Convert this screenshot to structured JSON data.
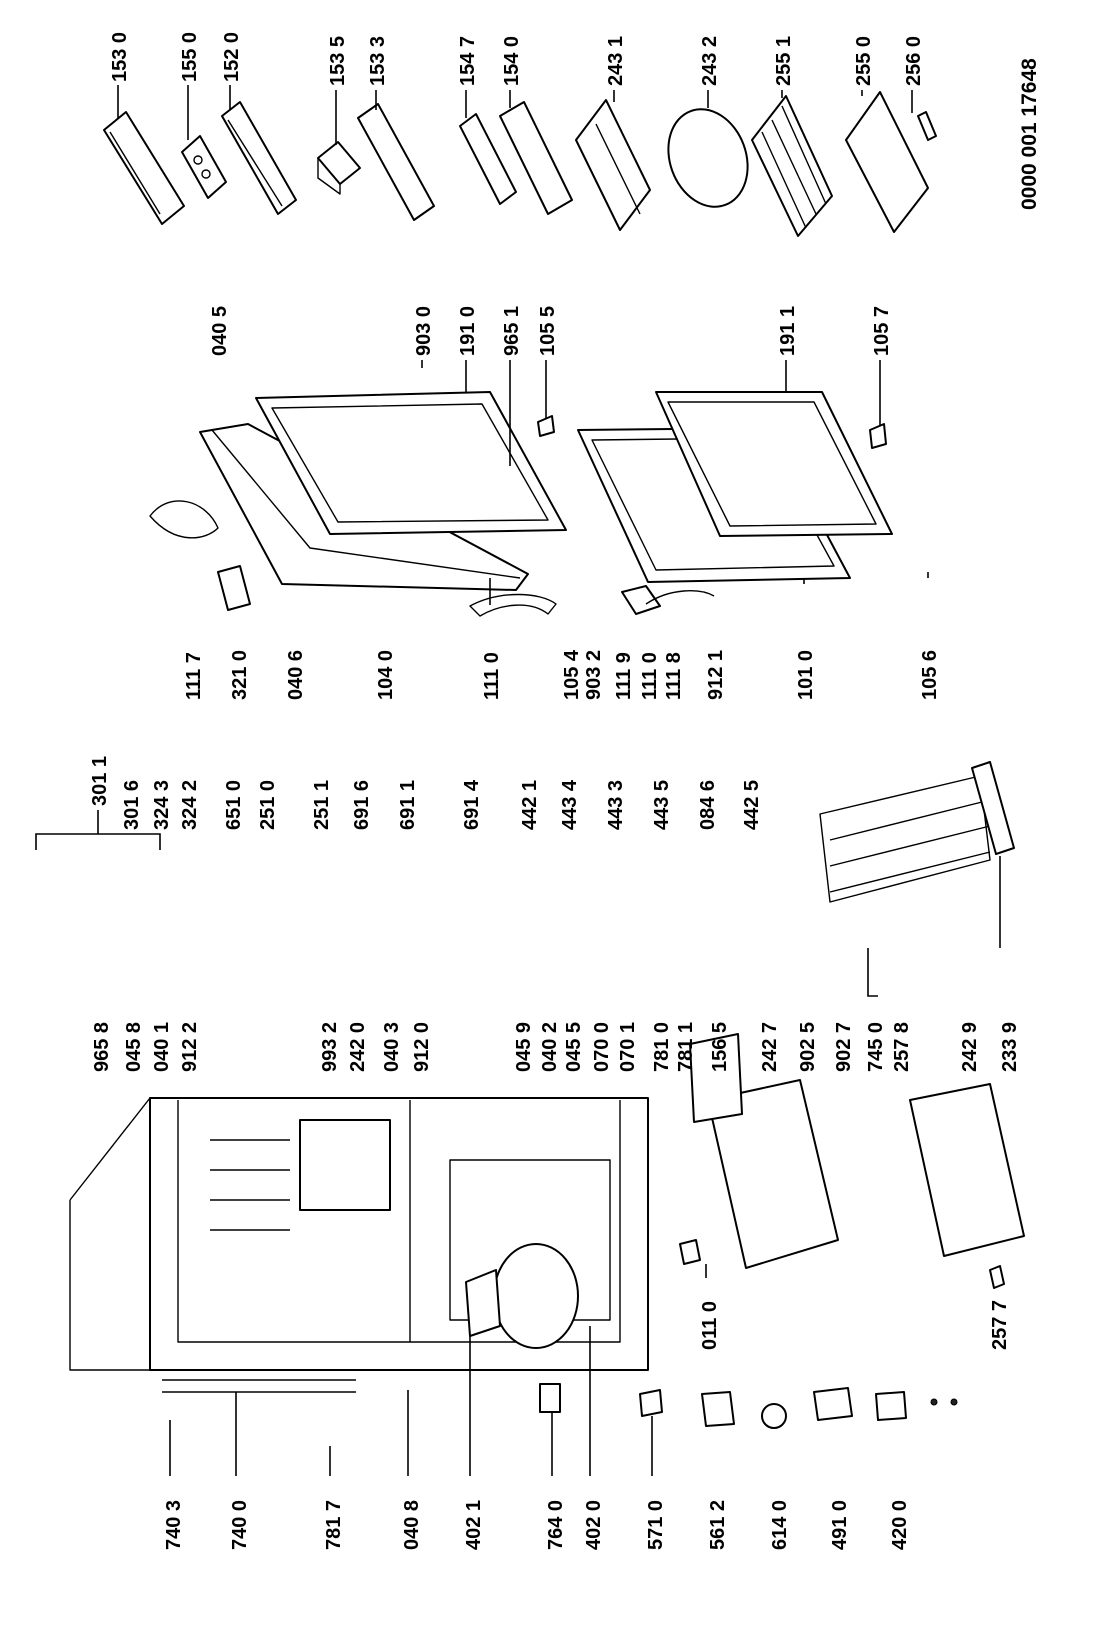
{
  "document_number": "0000 001 17648",
  "part_labels": [
    "153 0",
    "155 0",
    "152 0",
    "153 5",
    "153 3",
    "154 7",
    "154 0",
    "243 1",
    "243 2",
    "255 1",
    "255 0",
    "256 0",
    "040 5",
    "903 0",
    "191 0",
    "965 1",
    "105 5",
    "191 1",
    "105 7",
    "111 7",
    "321 0",
    "040 6",
    "104 0",
    "111 0",
    "105 4",
    "903 2",
    "111 9",
    "111 0",
    "111 8",
    "912 1",
    "101 0",
    "105 6",
    "301 1",
    "301 6",
    "324 3",
    "324 2",
    "651 0",
    "251 0",
    "251 1",
    "691 6",
    "691 1",
    "691 4",
    "442 1",
    "443 4",
    "443 3",
    "443 5",
    "084 6",
    "442 5",
    "965 8",
    "045 8",
    "040 1",
    "912 2",
    "993 2",
    "242 0",
    "040 3",
    "912 0",
    "045 9",
    "040 2",
    "045 5",
    "070 0",
    "070 1",
    "781 0",
    "781 1",
    "156 5",
    "242 7",
    "902 5",
    "902 7",
    "745 0",
    "257 8",
    "242 9",
    "233 9",
    "740 3",
    "740 0",
    "781 7",
    "040 8",
    "402 1",
    "764 0",
    "402 0",
    "571 0",
    "561 2",
    "614 0",
    "491 0",
    "420 0",
    "011 0",
    "257 7"
  ]
}
